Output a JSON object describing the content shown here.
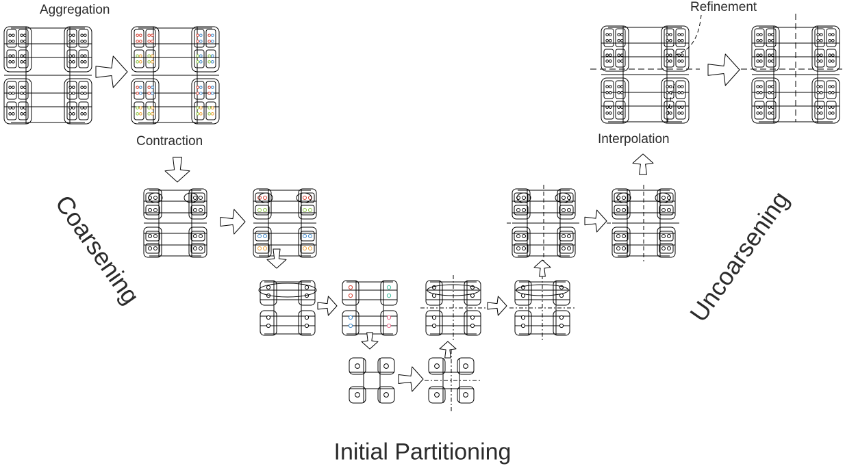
{
  "labels": {
    "aggregation": "Aggregation",
    "contraction": "Contraction",
    "refinement": "Refinement",
    "interpolation": "Interpolation",
    "coarsening": "Coarsening",
    "uncoarsening": "Uncoarsening",
    "initial_partitioning": "Initial Partitioning"
  },
  "colors": {
    "stroke": "#000000",
    "red": "#d43c2e",
    "blue": "#3a86c9",
    "green": "#8cc63f",
    "orange": "#f0a030",
    "pink": "#e86a8a",
    "teal": "#3fbf9f"
  }
}
